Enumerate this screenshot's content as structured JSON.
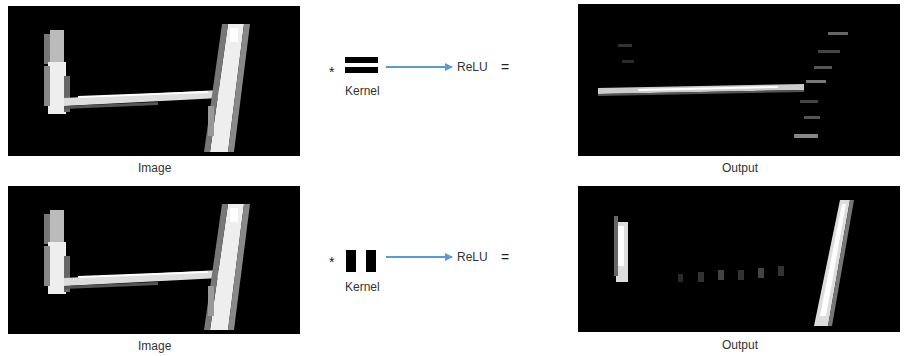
{
  "diagram": {
    "labels": [
      "Image",
      "*",
      "Kernel",
      "ReLU",
      "=",
      "Output",
      "Image",
      "*",
      "Kernel",
      "ReLU",
      "=",
      "Output"
    ]
  }
}
